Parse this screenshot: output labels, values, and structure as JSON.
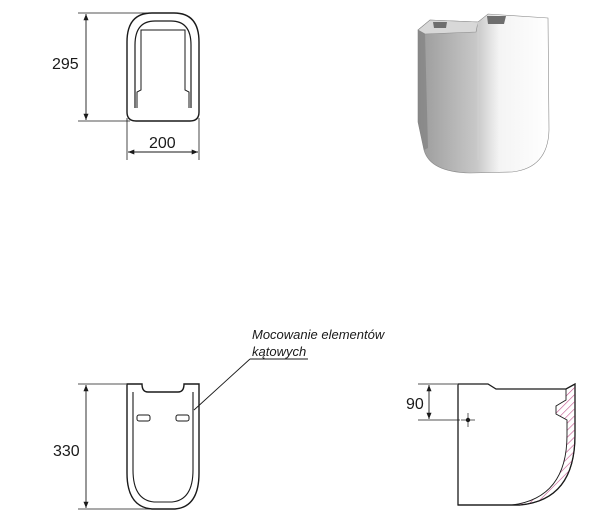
{
  "top_view": {
    "height_dimension": "295",
    "width_dimension": "200"
  },
  "front_view": {
    "height_dimension": "330"
  },
  "side_view": {
    "offset_dimension": "90"
  },
  "annotation": {
    "line1": "Mocowanie elementów",
    "line2": "kątowych"
  },
  "colors": {
    "line": "#1a1a1a",
    "hatch": "#c0508a",
    "render_light": "#ffffff",
    "render_shadow": "#9a9a9a"
  }
}
